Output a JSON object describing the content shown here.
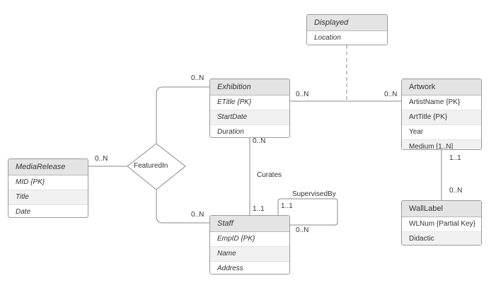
{
  "entities": {
    "displayed": {
      "title": "Displayed",
      "attrs": [
        "Location"
      ]
    },
    "exhibition": {
      "title": "Exhibition",
      "attrs": [
        "ETitle  {PK}",
        "StartDate",
        "Duration"
      ]
    },
    "artwork": {
      "title": "Artwork",
      "attrs": [
        "ArtistName {PK}",
        "ArtTitle {PK}",
        "Year",
        "Medium [1..N]"
      ]
    },
    "mediarelease": {
      "title": "MediaRelease",
      "attrs": [
        "MID {PK}",
        "Title",
        "Date"
      ]
    },
    "staff": {
      "title": "Staff",
      "attrs": [
        "EmpID {PK}",
        "Name",
        "Address"
      ]
    },
    "walllabel": {
      "title": "WallLabel",
      "attrs": [
        "WLNum {Partial Key}",
        "Didactic"
      ]
    }
  },
  "relationships": {
    "featuredin": "FeaturedIn",
    "curates": "Curates",
    "supervisedby": "SupervisedBy"
  },
  "multiplicities": {
    "exhibition_featured": "0..N",
    "exhibition_artwork_left": "0..N",
    "exhibition_artwork_right": "0..N",
    "exhibition_curates": "0..N",
    "media_featured": "0..N",
    "staff_featured": "0..N",
    "staff_curates": "1..1",
    "supervised_top": "1..1",
    "supervised_bottom": "0..N",
    "artwork_walllabel_top": "1..1",
    "artwork_walllabel_bottom": "0..N"
  },
  "colors": {
    "line": "#8a8a8a",
    "header": "#e4e4e4",
    "border": "#9a9a9a"
  }
}
